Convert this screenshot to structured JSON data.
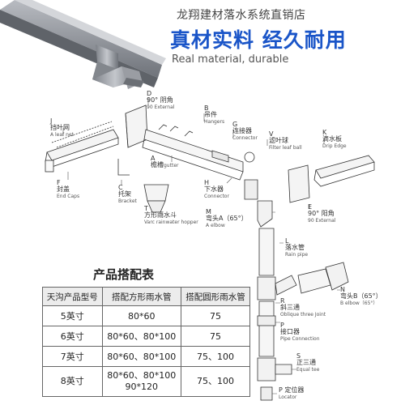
{
  "header": {
    "store_name": "龙翔建材落水系统直销店",
    "headline": "真材实料  经久耐用",
    "subheadline": "Real material, durable"
  },
  "diagram": {
    "parts": [
      {
        "letter": "D",
        "cn": "90° 阴角",
        "en": "90 External"
      },
      {
        "letter": "B",
        "cn": "吊件",
        "en": "Hangers"
      },
      {
        "letter": "J",
        "cn": "挡叶网",
        "en": "A leaf net"
      },
      {
        "letter": "G",
        "cn": "连接器",
        "en": "Connector"
      },
      {
        "letter": "V",
        "cn": "滤叶球",
        "en": "Filter leaf ball"
      },
      {
        "letter": "K",
        "cn": "滴水板",
        "en": "Drip Edge"
      },
      {
        "letter": "A",
        "cn": "檐槽",
        "en": "gutter"
      },
      {
        "letter": "F",
        "cn": "封盖",
        "en": "End Caps"
      },
      {
        "letter": "C",
        "cn": "托架",
        "en": "Bracket"
      },
      {
        "letter": "H",
        "cn": "下水器",
        "en": "Connector"
      },
      {
        "letter": "E",
        "cn": "90° 阳角",
        "en": "90 External"
      },
      {
        "letter": "T",
        "cn": "方形雨水斗",
        "en": "Varc rainwater hopper"
      },
      {
        "letter": "M",
        "cn": "弯头A（65°）",
        "en": "A elbow"
      },
      {
        "letter": "L",
        "cn": "落水管",
        "en": "Rain pipe"
      },
      {
        "letter": "N",
        "cn": "弯头B（65°）",
        "en": "B elbow（65°）"
      },
      {
        "letter": "R",
        "cn": "斜三通",
        "en": "Oblique three Joint"
      },
      {
        "letter": "P",
        "cn": "接口器",
        "en": "Pipe Connection"
      },
      {
        "letter": "S",
        "cn": "正三通",
        "en": "Equal tee"
      },
      {
        "letter": "P",
        "cn": "定位器",
        "en": "Locator"
      }
    ]
  },
  "table": {
    "title": "产品搭配表",
    "headers": [
      "天沟产品型号",
      "搭配方形雨水管",
      "搭配圆形雨水管"
    ],
    "rows": [
      {
        "model": "5英寸",
        "square": "80*60",
        "round": "75"
      },
      {
        "model": "6英寸",
        "square": "80*60、80*100",
        "round": "75"
      },
      {
        "model": "7英寸",
        "square": "80*60、80*100",
        "round": "75、100"
      },
      {
        "model": "8英寸",
        "square": "80*60、80*100\n90*120",
        "round": "75、100"
      }
    ]
  },
  "colors": {
    "headline": "#1a55c8",
    "metal": "#8c8f95",
    "line": "#333333"
  }
}
